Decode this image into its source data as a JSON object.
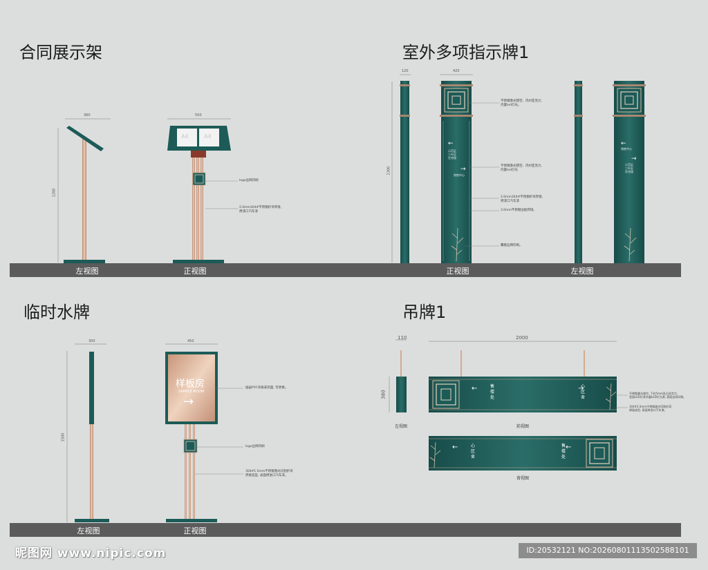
{
  "sections": {
    "contract_stand": {
      "title": "合同展示架",
      "side_view": "左视图",
      "front_view": "正视图",
      "dim_width_side": "360",
      "dim_width_front": "550",
      "dim_height": "1200",
      "note_logo": "logo丝网印刷",
      "note_pipe": "2.0mm304#不锈钢折弯焊接,\n烤漆口汽车漆",
      "panel_label": "A4"
    },
    "outdoor_sign": {
      "title": "室外多项指示牌1",
      "front_view": "正视图",
      "side_view": "左视图",
      "dim_width_side": "120",
      "dim_width_front": "420",
      "dim_height": "2300",
      "notes": [
        "不锈钢激光镂空、内衬亚克力,\n内置led灯光。",
        "不锈钢激光镂空、内衬亚克力,\n内置led灯光",
        "2.0mm304#不锈钢折弯焊接,\n烤漆口汽车漆",
        "3.0mm不锈钢边框焊接。",
        "覆膜丝网印刷。"
      ],
      "sign_text_1": "示范区\n三叶区\n住宅楼",
      "sign_text_2": "销售中心"
    },
    "temp_water_sign": {
      "title": "临时水牌",
      "side_view": "左视图",
      "front_view": "正视图",
      "dim_width_side": "300",
      "dim_width_front": "450",
      "dim_height": "1500",
      "panel_cn": "样板房",
      "panel_en": "SAMPLE ROOM",
      "panel_arrow": "→",
      "note_panel": "插画PVC背板安装面, 可更换。",
      "note_logo": "logo丝网印刷",
      "note_pipe": "304#1.5mm不锈钢激光切割折弯\n焊接成型, 表面烤进口汽车漆。"
    },
    "hanging_sign": {
      "title": "吊牌1",
      "side_view": "左视图",
      "front_view": "前视图",
      "back_view": "背视图",
      "dim_width_side": "110",
      "dim_width_front": "2000",
      "dim_height": "380",
      "front_text_1": "售\n楼\n处",
      "front_text_2": "心\n区\n舍",
      "back_text_1": "心\n区\n舍",
      "back_text_2": "售\n楼\n处",
      "notes": [
        "不锈钢激光镂空, 下衬5mm乳白亚克力,\n里面LED灯条外露LED灯光源, 表面丝网印刷。",
        "304#2.0mm不锈钢激光切割折弯\n焊接成型, 表面烤进口汽车漆。"
      ]
    }
  },
  "footer": {
    "left": "昵图网 www.nipic.com",
    "right": "ID:20532121 NO:20260801113502588101"
  },
  "colors": {
    "background": "#dcdedd",
    "teal": "#1c5b57",
    "copper": "#d2a488",
    "ground": "#5b5b5b"
  }
}
